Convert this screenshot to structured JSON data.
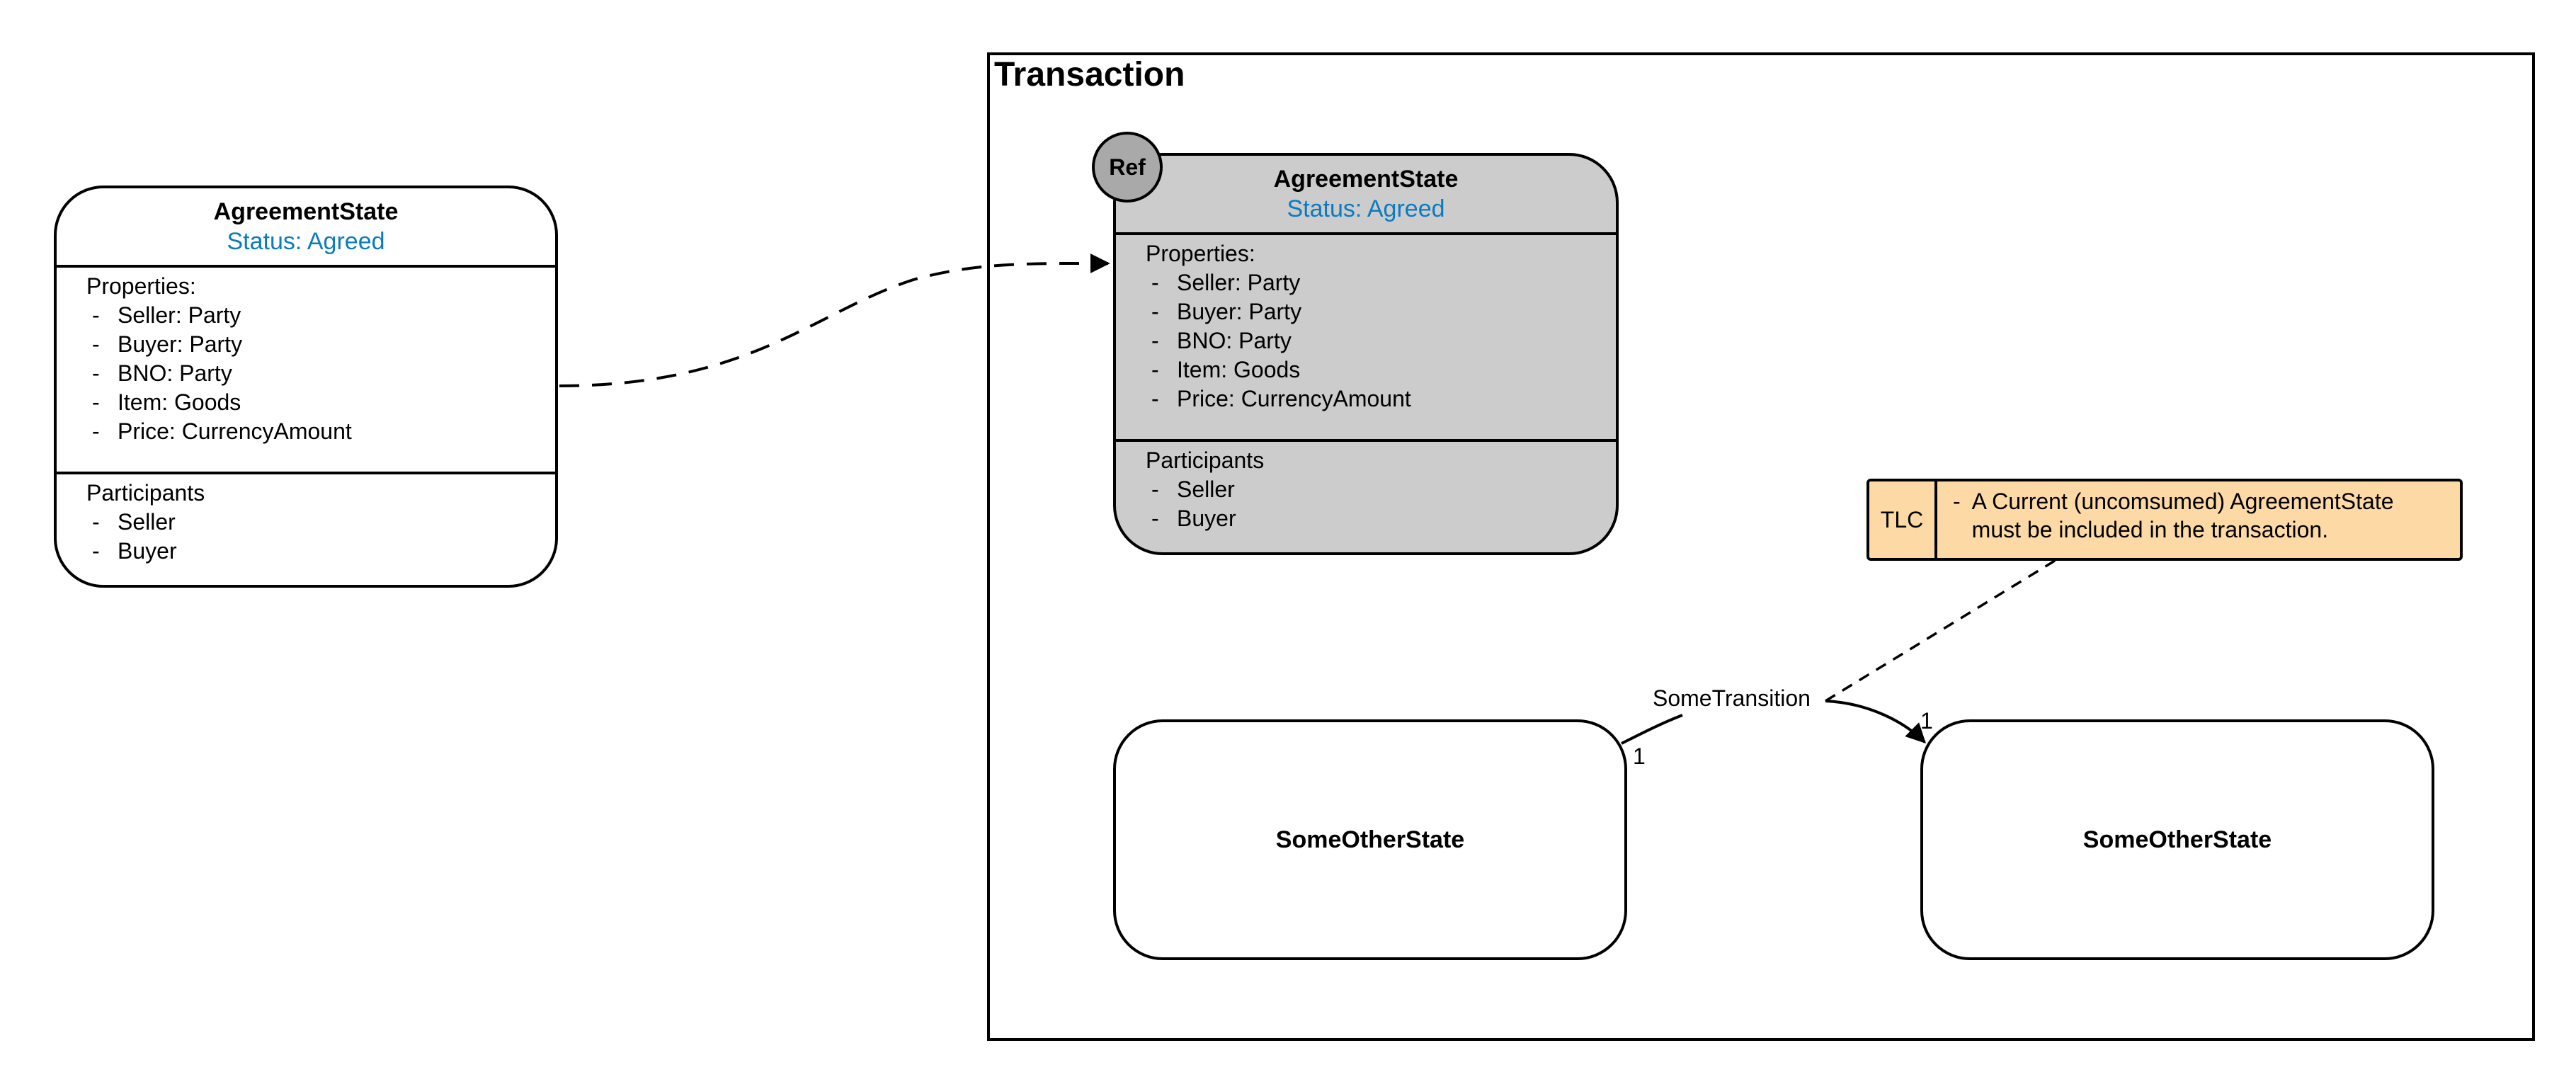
{
  "left_state": {
    "name": "AgreementState",
    "status": "Status: Agreed",
    "properties_heading": "Properties:",
    "properties": [
      "Seller: Party",
      "Buyer: Party",
      "BNO: Party",
      "Item: Goods",
      "Price: CurrencyAmount"
    ],
    "participants_heading": "Participants",
    "participants": [
      "Seller",
      "Buyer"
    ]
  },
  "transaction": {
    "title": "Transaction",
    "ref_state": {
      "ref_badge": "Ref",
      "name": "AgreementState",
      "status": "Status: Agreed",
      "properties_heading": "Properties:",
      "properties": [
        "Seller: Party",
        "Buyer: Party",
        "BNO: Party",
        "Item: Goods",
        "Price: CurrencyAmount"
      ],
      "participants_heading": "Participants",
      "participants": [
        "Seller",
        "Buyer"
      ]
    },
    "note": {
      "tag": "TLC",
      "text": "-  A Current (uncomsumed) AgreementState\n   must be included in the transaction."
    },
    "output_state_left": {
      "name": "SomeOtherState"
    },
    "output_state_right": {
      "name": "SomeOtherState"
    },
    "transition": {
      "label": "SomeTransition",
      "source_multiplicity": "1",
      "target_multiplicity": "1"
    }
  },
  "colors": {
    "status_text": "#0a7bbf",
    "ref_state_fill": "#cccccc",
    "ref_badge_fill": "#a9a9a9",
    "note_fill": "#fdd9a6",
    "line": "#000000"
  }
}
